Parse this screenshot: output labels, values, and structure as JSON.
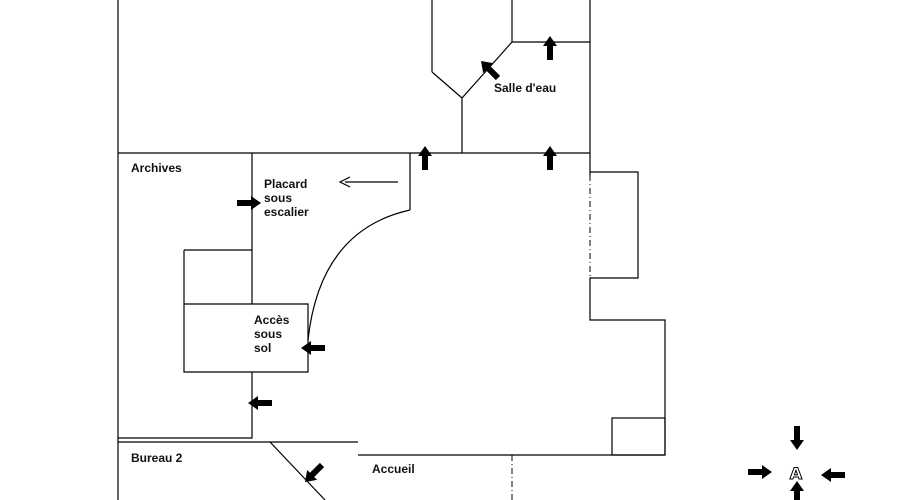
{
  "rooms": {
    "salle_deau": "Salle d'eau",
    "archives": "Archives",
    "placard": [
      "Placard",
      "sous",
      "escalier"
    ],
    "acces": [
      "Accès",
      "sous",
      "sol"
    ],
    "bureau2": "Bureau 2",
    "accueil": "Accueil"
  },
  "compass": {
    "letter": "A"
  }
}
